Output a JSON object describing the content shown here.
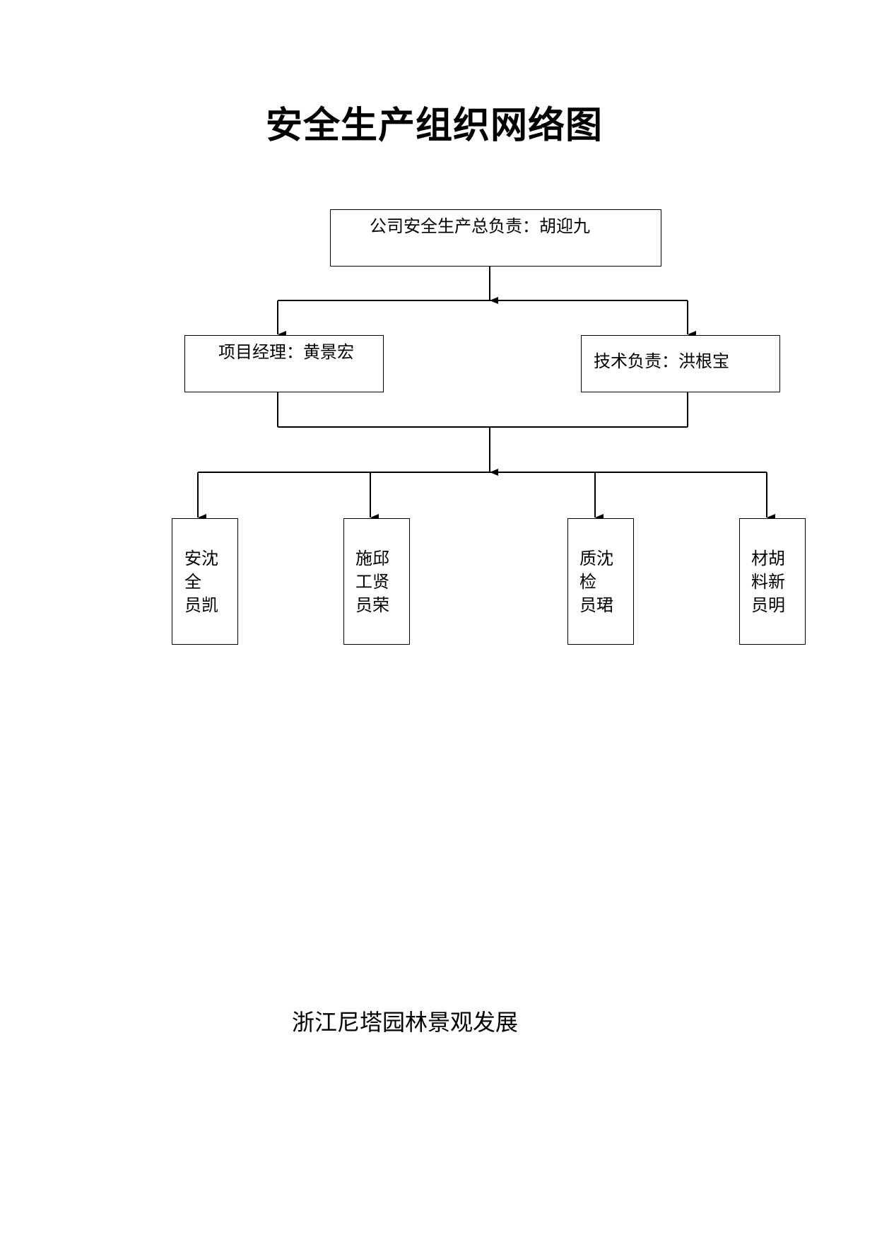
{
  "title": "安全生产组织网络图",
  "top": {
    "text": "公司安全生产总负责：胡迎九"
  },
  "managers": {
    "left": "项目经理：黄景宏",
    "right": "技术负责：洪根宝"
  },
  "staff": [
    {
      "text": "安沈\n全\n员凯"
    },
    {
      "text": "施邱\n工贤\n员荣"
    },
    {
      "text": "质沈\n检\n员珺"
    },
    {
      "text": "材胡\n料新\n员明"
    }
  ],
  "footer": "浙江尼塔园林景观发展"
}
